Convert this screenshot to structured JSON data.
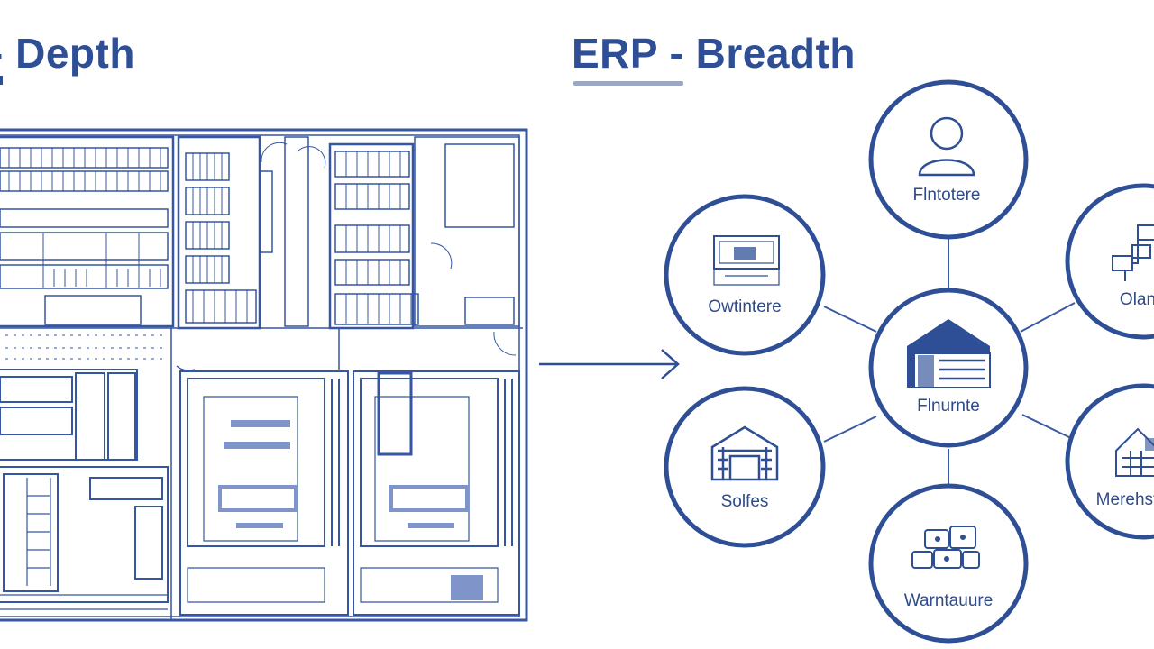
{
  "left_panel": {
    "title": "- Depth"
  },
  "right_panel": {
    "title": "ERP - Breadth"
  },
  "hub": {
    "label": "Flnurnte",
    "icon": "warehouse-building-icon"
  },
  "nodes": [
    {
      "id": "top",
      "label": "Flntotere",
      "icon": "user-icon"
    },
    {
      "id": "upper-left",
      "label": "Owtintere",
      "icon": "document-board-icon"
    },
    {
      "id": "upper-right",
      "label": "Olan",
      "icon": "flowchart-icon"
    },
    {
      "id": "lower-left",
      "label": "Solfes",
      "icon": "building-icon"
    },
    {
      "id": "lower-right",
      "label": "Merehst",
      "icon": "shelving-icon"
    },
    {
      "id": "bottom",
      "label": "Warntauure",
      "icon": "boxes-icon"
    }
  ],
  "colors": {
    "primary": "#2e4f96",
    "line": "#3a5aa5",
    "muted": "#9aa8c6"
  }
}
